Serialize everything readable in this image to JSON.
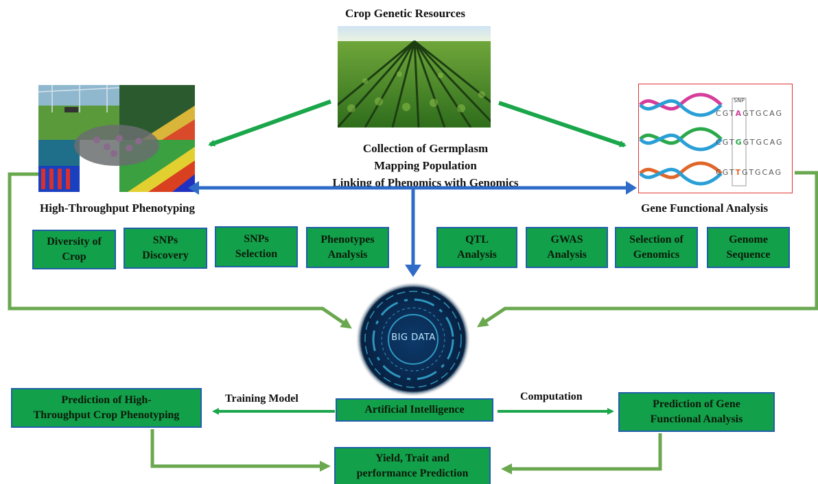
{
  "title_top": "Crop Genetic Resources",
  "title_left": "High-Throughput Phenotyping",
  "title_right": "Gene Functional Analysis",
  "center_lines": [
    "Collection of Germplasm",
    "Mapping Population",
    "Linking of Phenomics with Genomics"
  ],
  "left_boxes": [
    [
      "Diversity of",
      "Crop"
    ],
    [
      "SNPs",
      "Discovery"
    ],
    [
      "SNPs",
      "Selection"
    ],
    [
      "Phenotypes",
      "Analysis"
    ]
  ],
  "right_boxes": [
    [
      "QTL",
      "Analysis"
    ],
    [
      "GWAS",
      "Analysis"
    ],
    [
      "Selection of",
      "Genomics"
    ],
    [
      "Genome",
      "Sequence"
    ]
  ],
  "big_data_label": "BIG DATA",
  "ai_box": "Artificial Intelligence",
  "training_label": "Training Model",
  "computation_label": "Computation",
  "pred_left": [
    "Prediction of High-",
    "Throughput Crop Phenotyping"
  ],
  "pred_right": [
    "Prediction of Gene",
    "Functional Analysis"
  ],
  "yield_box": [
    "Yield, Trait and",
    "performance Prediction"
  ],
  "dna_snp_label": "SNP",
  "dna_rows": [
    {
      "seq": [
        "C",
        "G",
        "T",
        "A",
        "G",
        "T",
        "G",
        "C",
        "A",
        "G"
      ],
      "snp_index": 3,
      "snp_color": "#d63c9a"
    },
    {
      "seq": [
        "C",
        "G",
        "T",
        "G",
        "G",
        "T",
        "G",
        "C",
        "A",
        "G"
      ],
      "snp_index": 3,
      "snp_color": "#2aa84a"
    },
    {
      "seq": [
        "C",
        "G",
        "T",
        "T",
        "G",
        "T",
        "G",
        "C",
        "A",
        "G"
      ],
      "snp_index": 3,
      "snp_color": "#e0662a"
    }
  ],
  "colors": {
    "green_box": "#13a04a",
    "box_border": "#1f5fa8",
    "arrow_green": "#1aa64a",
    "arrow_olive": "#6aa84f",
    "arrow_blue": "#2f6cc8"
  }
}
